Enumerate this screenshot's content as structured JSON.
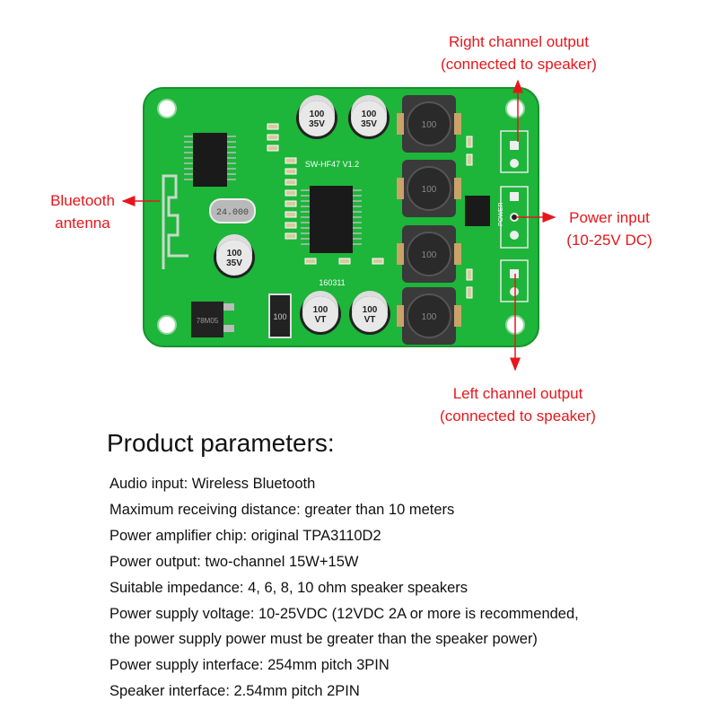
{
  "annotations": {
    "right_channel": {
      "line1": "Right channel output",
      "line2": "(connected to speaker)"
    },
    "bluetooth": {
      "line1": "Bluetooth",
      "line2": "antenna"
    },
    "power_input": {
      "line1": "Power input",
      "line2": "(10-25V DC)"
    },
    "left_channel": {
      "line1": "Left channel output",
      "line2": "(connected to speaker)"
    }
  },
  "board_markings": {
    "model": "SW-HF47  V1.2",
    "date_code": "160311",
    "cap_value": "100",
    "cap_voltage": "35V",
    "cap_series": "VT",
    "inductor": "100",
    "crystal": "24.000",
    "regulator": "78M05",
    "resistor": "100",
    "power_label": "POWER"
  },
  "colors": {
    "annotation": "#e8161b",
    "pcb": "#1db53a",
    "text": "#111111"
  },
  "product": {
    "title": "Product parameters:",
    "specs": [
      "Audio input: Wireless Bluetooth",
      "Maximum receiving distance: greater than 10 meters",
      "Power amplifier chip: original TPA3110D2",
      "Power output: two-channel 15W+15W",
      "Suitable impedance: 4, 6, 8, 10 ohm speaker speakers",
      "Power supply voltage: 10-25VDC (12VDC 2A or more is recommended,",
      "the power supply power must be greater than the speaker power)",
      "Power supply interface: 254mm pitch 3PIN",
      "Speaker interface: 2.54mm pitch 2PIN"
    ]
  }
}
